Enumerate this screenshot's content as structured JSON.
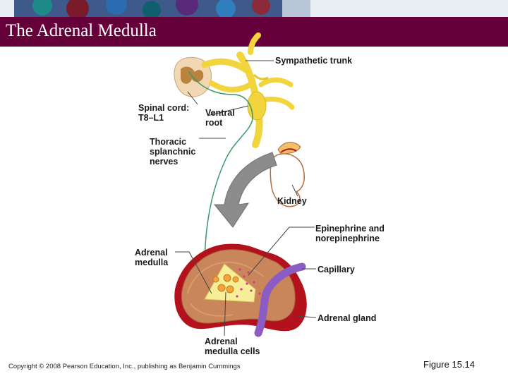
{
  "slide": {
    "title": "The Adrenal Medulla",
    "copyright": "Copyright © 2008 Pearson Education, Inc., publishing as Benjamin Cummings",
    "figure_number": "Figure 15.14"
  },
  "labels": {
    "sympathetic_trunk": "Sympathetic trunk",
    "spinal_cord_line1": "Spinal cord:",
    "spinal_cord_line2": "T8–L1",
    "ventral_root_line1": "Ventral",
    "ventral_root_line2": "root",
    "thoracic_line1": "Thoracic",
    "thoracic_line2": "splanchnic",
    "thoracic_line3": "nerves",
    "kidney": "Kidney",
    "epinephrine_line1": "Epinephrine and",
    "epinephrine_line2": "norepinephrine",
    "adrenal_medulla_line1": "Adrenal",
    "adrenal_medulla_line2": "medulla",
    "capillary": "Capillary",
    "adrenal_gland": "Adrenal gland",
    "medulla_cells_line1": "Adrenal",
    "medulla_cells_line2": "medulla cells"
  },
  "colors": {
    "title_bar": "#66003a",
    "nerve_yellow": "#f2d43c",
    "nerve_fiber": "#3a9a6a",
    "cortex": "#c9865a",
    "medulla": "#f7ee9a",
    "capsule_red": "#b3121c",
    "capillary_purple": "#8a5cc4",
    "arrow_gray": "#8c8c8c"
  }
}
